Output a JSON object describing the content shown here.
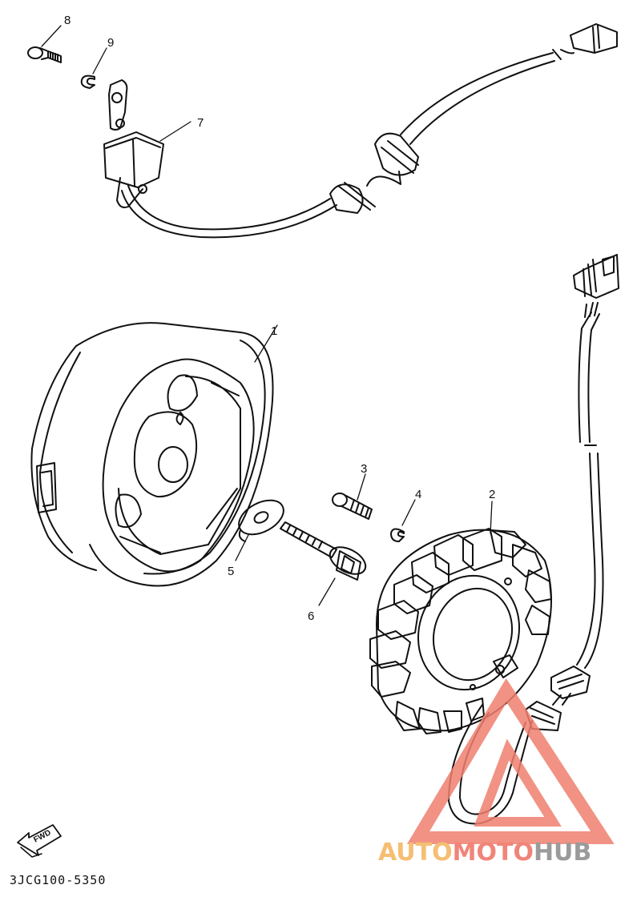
{
  "diagram": {
    "callouts": [
      {
        "label": "8"
      },
      {
        "label": "9"
      },
      {
        "label": "7"
      },
      {
        "label": "1"
      },
      {
        "label": "3"
      },
      {
        "label": "4"
      },
      {
        "label": "2"
      },
      {
        "label": "5"
      },
      {
        "label": "6"
      }
    ],
    "fwd_arrow": "FWD",
    "reference_code": "3JCG100-5350"
  },
  "watermark": {
    "part1": "AUTO",
    "part2": "MOTO",
    "part3": "HUB",
    "colors": {
      "triangle": "#ef7f6f",
      "auto": "#f4b35a",
      "moto": "#ef6f62",
      "hub": "#8a8a8a"
    }
  }
}
